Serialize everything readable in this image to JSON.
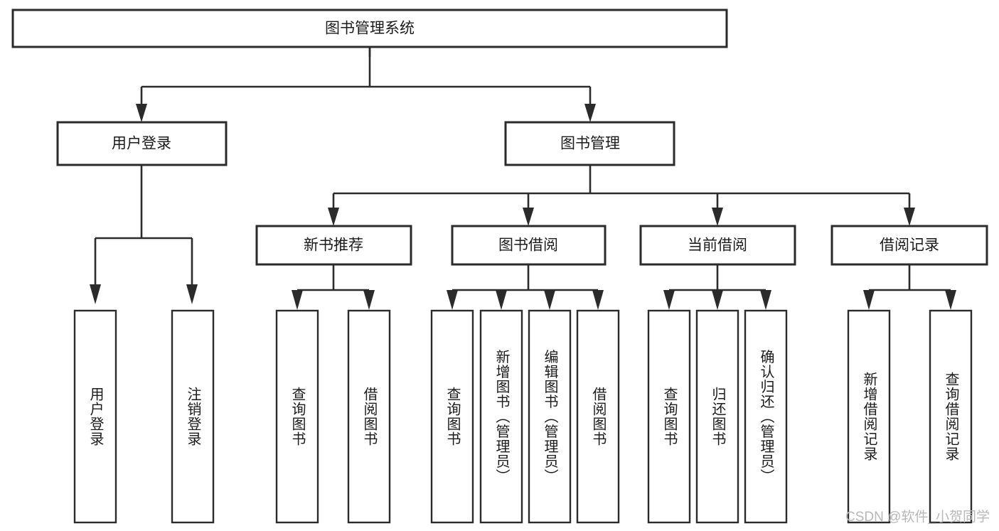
{
  "diagram": {
    "type": "tree-hierarchy",
    "title": "图书管理系统",
    "root": {
      "id": "root",
      "label": "图书管理系统",
      "level": 1
    },
    "level2": [
      {
        "id": "user-login",
        "label": "用户登录"
      },
      {
        "id": "book-manage",
        "label": "图书管理"
      }
    ],
    "level3": [
      {
        "id": "new-book-rec",
        "label": "新书推荐",
        "parent": "book-manage"
      },
      {
        "id": "book-borrow",
        "label": "图书借阅",
        "parent": "book-manage"
      },
      {
        "id": "current-borrow",
        "label": "当前借阅",
        "parent": "book-manage"
      },
      {
        "id": "borrow-record",
        "label": "借阅记录",
        "parent": "book-manage"
      }
    ],
    "leaves": {
      "user-login": [
        {
          "id": "leaf-user-login",
          "label": "用户登录"
        },
        {
          "id": "leaf-user-logout",
          "label": "注销登录"
        }
      ],
      "new-book-rec": [
        {
          "id": "leaf-query-book-1",
          "label": "查询图书"
        },
        {
          "id": "leaf-borrow-book-1",
          "label": "借阅图书"
        }
      ],
      "book-borrow": [
        {
          "id": "leaf-query-book-2",
          "label": "查询图书"
        },
        {
          "id": "leaf-add-book",
          "label": "新增图书（管理员）"
        },
        {
          "id": "leaf-edit-book",
          "label": "编辑图书（管理员）"
        },
        {
          "id": "leaf-borrow-book-2",
          "label": "借阅图书"
        }
      ],
      "current-borrow": [
        {
          "id": "leaf-query-book-3",
          "label": "查询图书"
        },
        {
          "id": "leaf-return-book",
          "label": "归还图书"
        },
        {
          "id": "leaf-confirm-return",
          "label": "确认归还（管理员）"
        }
      ],
      "borrow-record": [
        {
          "id": "leaf-add-record",
          "label": "新增借阅记录"
        },
        {
          "id": "leaf-query-record",
          "label": "查询借阅记录"
        }
      ]
    }
  },
  "watermark": {
    "text": "CSDN @软件_小贺同学"
  },
  "colors": {
    "stroke": "#2b2b2b",
    "fill": "#ffffff",
    "text": "#1b1b1b",
    "watermark": "#b8b8b8"
  }
}
